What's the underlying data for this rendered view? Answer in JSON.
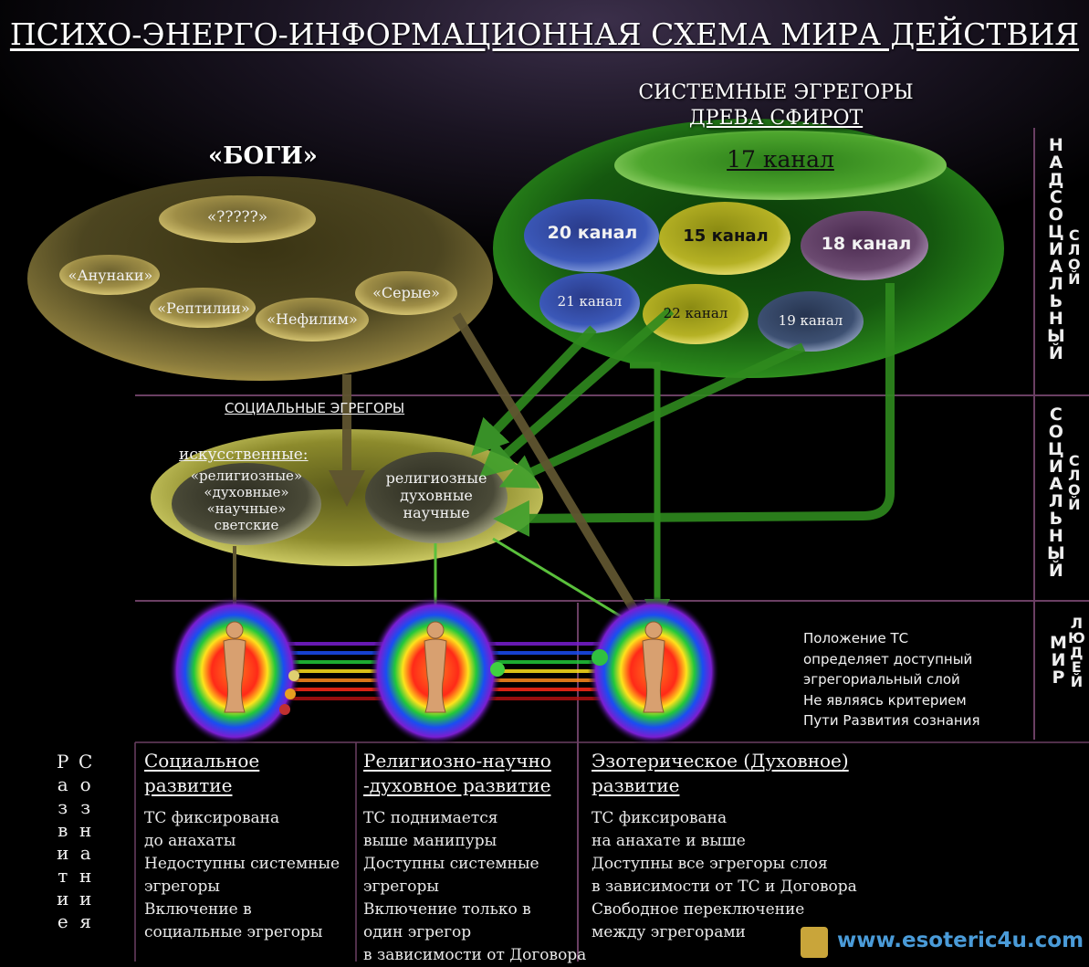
{
  "title": "ПСИХО-ЭНЕРГО-ИНФОРМАЦИОННАЯ СХЕМА МИРА ДЕЙСТВИЯ",
  "gods": {
    "heading": "«БОГИ»",
    "center": "«?????»",
    "items": [
      "«Анунаки»",
      "«Рептилии»",
      "«Нефилим»",
      "«Серые»"
    ]
  },
  "system": {
    "heading_line1": "СИСТЕМНЫЕ ЭГРЕГОРЫ",
    "heading_line2": "ДРЕВА СФИРОТ",
    "channels": {
      "c17": "17 канал",
      "c20": "20 канал",
      "c15": "15 канал",
      "c18": "18 канал",
      "c21": "21 канал",
      "c22": "22 канал",
      "c19": "19 канал"
    }
  },
  "social": {
    "heading": "СОЦИАЛЬНЫЕ ЭГРЕГОРЫ",
    "artificial_label": "искусственные:",
    "artificial_items": [
      "«религиозные»",
      "«духовные»",
      "«научные»",
      "светские"
    ],
    "real_items": [
      "религиозные",
      "духовные",
      "научные"
    ]
  },
  "side_labels": {
    "supra_social": "НАДСОЦИАЛЬНЫЙ",
    "social": "СОЦИАЛЬНЫЙ",
    "people_world": "МИР",
    "people_world2": "ЛЮДЕЙ",
    "layer": "СЛОЙ"
  },
  "note_lines": [
    "Положение ТС",
    "определяет доступный",
    "эгрегориальный слой",
    "Не являясь критерием",
    "Пути Развития сознания"
  ],
  "bottom_left": {
    "col1": "Развитие",
    "col2": "Сознания"
  },
  "columns": [
    {
      "heading": [
        "Социальное",
        "развитие"
      ],
      "lines": [
        "ТС фиксирована",
        "до анахаты",
        "Недоступны системные",
        "эгрегоры",
        "Включение в",
        "социальные эгрегоры"
      ]
    },
    {
      "heading": [
        "Религиозно-научно",
        "-духовное развитие"
      ],
      "lines": [
        "ТС поднимается",
        "выше манипуры",
        "Доступны системные",
        "эгрегоры",
        "Включение только в",
        "один эгрегор",
        "в зависимости от Договора"
      ]
    },
    {
      "heading": [
        "Эзотерическое (Духовное)",
        "развитие"
      ],
      "lines": [
        "ТС фиксирована",
        "на анахате и выше",
        "Доступны все эгрегоры слоя",
        "в зависимости от ТС и Договора",
        "Свободное переключение",
        "между эгрегорами"
      ]
    }
  ],
  "watermark": "www.esoteric4u.com",
  "colors": {
    "gods_gold": "#b8a24a",
    "system_green": "#2e9a1e",
    "arrow_green": "#3fa02c",
    "arrow_brown": "#5f5530",
    "line_purple": "#6a3f63"
  }
}
